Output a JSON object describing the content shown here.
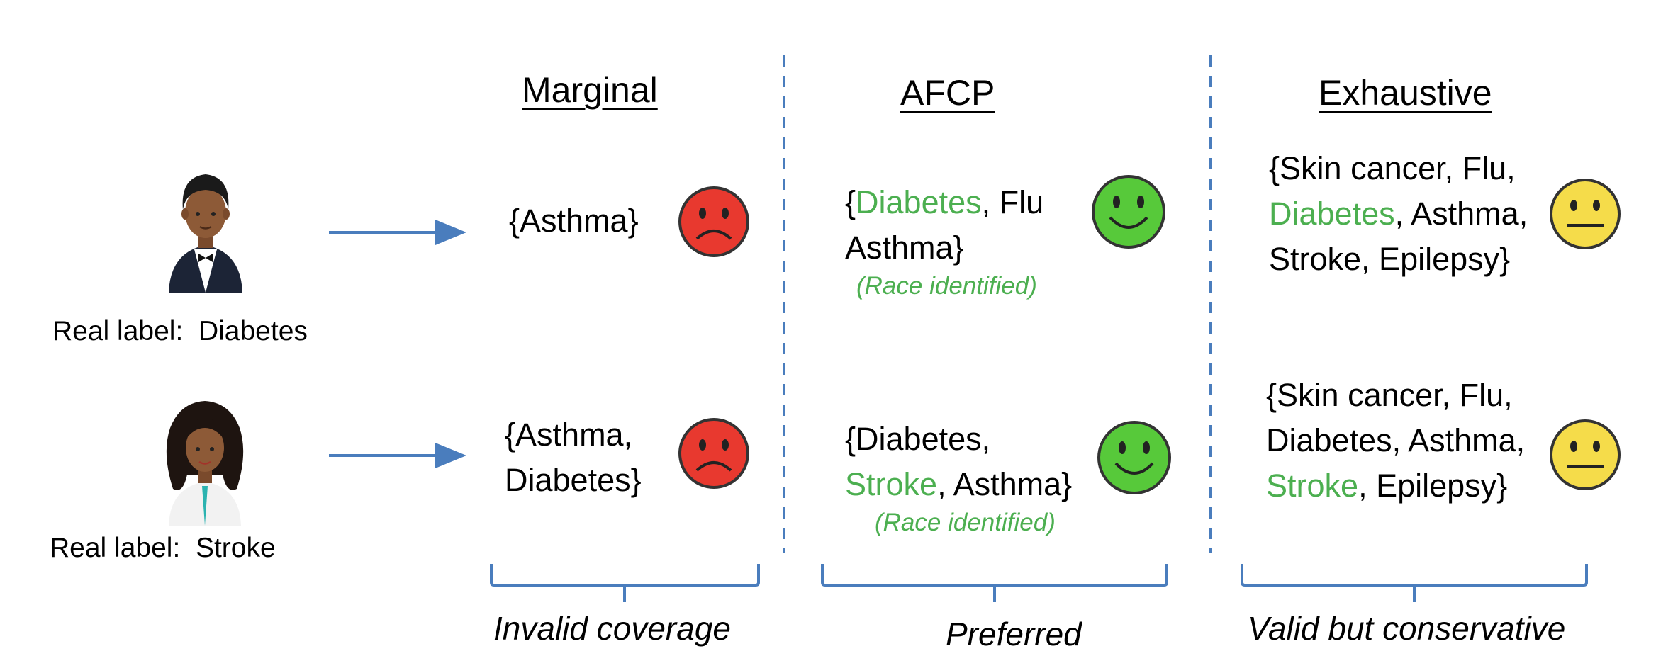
{
  "headers": {
    "marginal": "Marginal",
    "afcp": "AFCP",
    "exhaustive": "Exhaustive"
  },
  "patients": [
    {
      "real_label_prefix": "Real label:",
      "real_label": "Diabetes"
    },
    {
      "real_label_prefix": "Real label:",
      "real_label": "Stroke"
    }
  ],
  "marginal": {
    "row1": {
      "l1": "{Asthma}",
      "status": "sad"
    },
    "row2": {
      "l1": "{Asthma,",
      "l2": "Diabetes}",
      "status": "sad"
    }
  },
  "afcp": {
    "row1": {
      "open": "{",
      "hl": "Diabetes",
      "rest": ", Flu",
      "l2": "Asthma}",
      "note": "(Race identified)",
      "status": "happy"
    },
    "row2": {
      "l1": "{Diabetes,",
      "hl": "Stroke",
      "rest": ", Asthma}",
      "note": "(Race identified)",
      "status": "happy"
    }
  },
  "exhaustive": {
    "row1": {
      "l1": "{Skin cancer, Flu,",
      "hl": "Diabetes",
      "rest": ", Asthma,",
      "l3": "Stroke, Epilepsy}",
      "status": "neutral"
    },
    "row2": {
      "l1": "{Skin cancer, Flu,",
      "l2": "Diabetes, Asthma,",
      "hl": "Stroke",
      "rest": ", Epilepsy}",
      "status": "neutral"
    }
  },
  "footers": {
    "marginal": "Invalid coverage",
    "afcp": "Preferred",
    "exhaustive": "Valid but conservative"
  },
  "colors": {
    "highlight": "#4CAF50",
    "arrow": "#4A7DBD",
    "sad": "#E8392F",
    "happy": "#57C93A",
    "neutral": "#F5DC4A"
  }
}
